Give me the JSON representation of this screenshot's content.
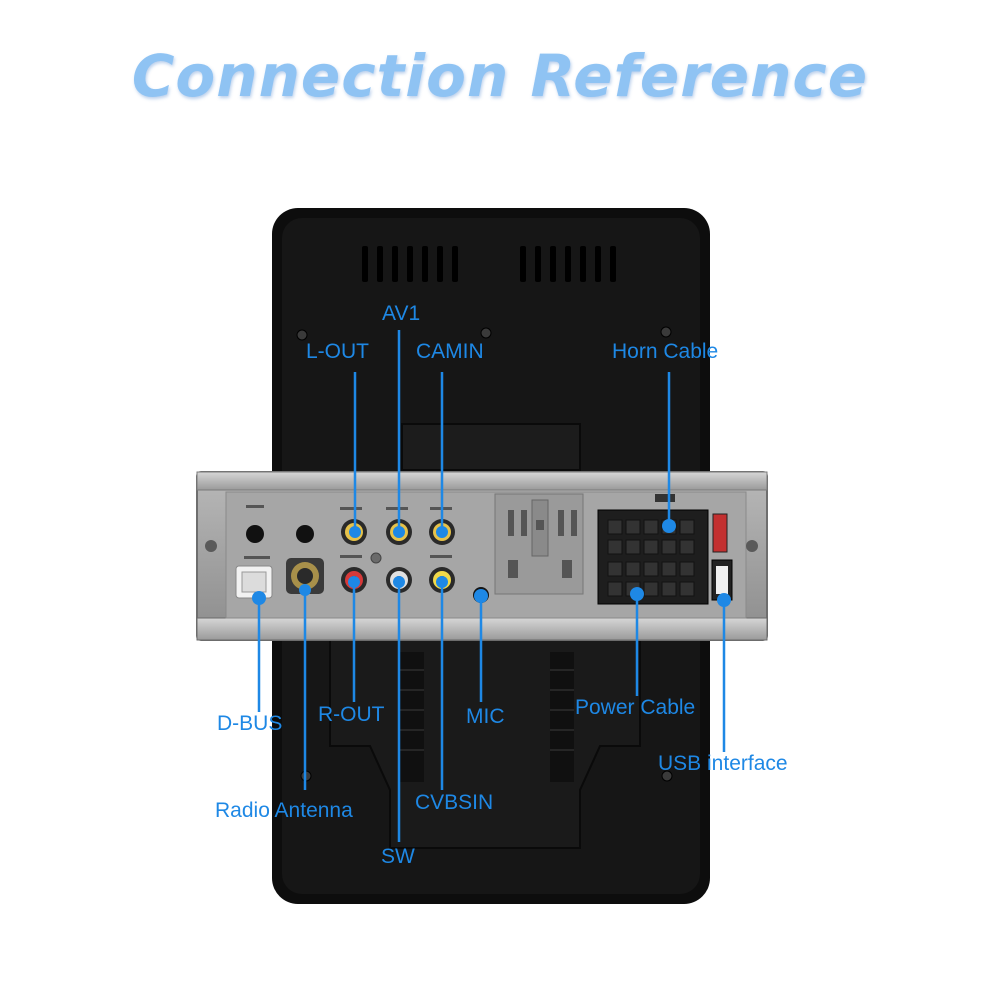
{
  "title": "Connection Reference",
  "accent_color": "#1e88e5",
  "title_color": "#8fc3f3",
  "labels": {
    "av1": "AV1",
    "l_out": "L-OUT",
    "camin": "CAMIN",
    "horn_cable": "Horn Cable",
    "d_bus": "D-BUS",
    "r_out": "R-OUT",
    "mic": "MIC",
    "power_cable": "Power Cable",
    "usb_interface": "USB interface",
    "radio_antenna": "Radio Antenna",
    "cvbsin": "CVBSIN",
    "sw": "SW"
  }
}
